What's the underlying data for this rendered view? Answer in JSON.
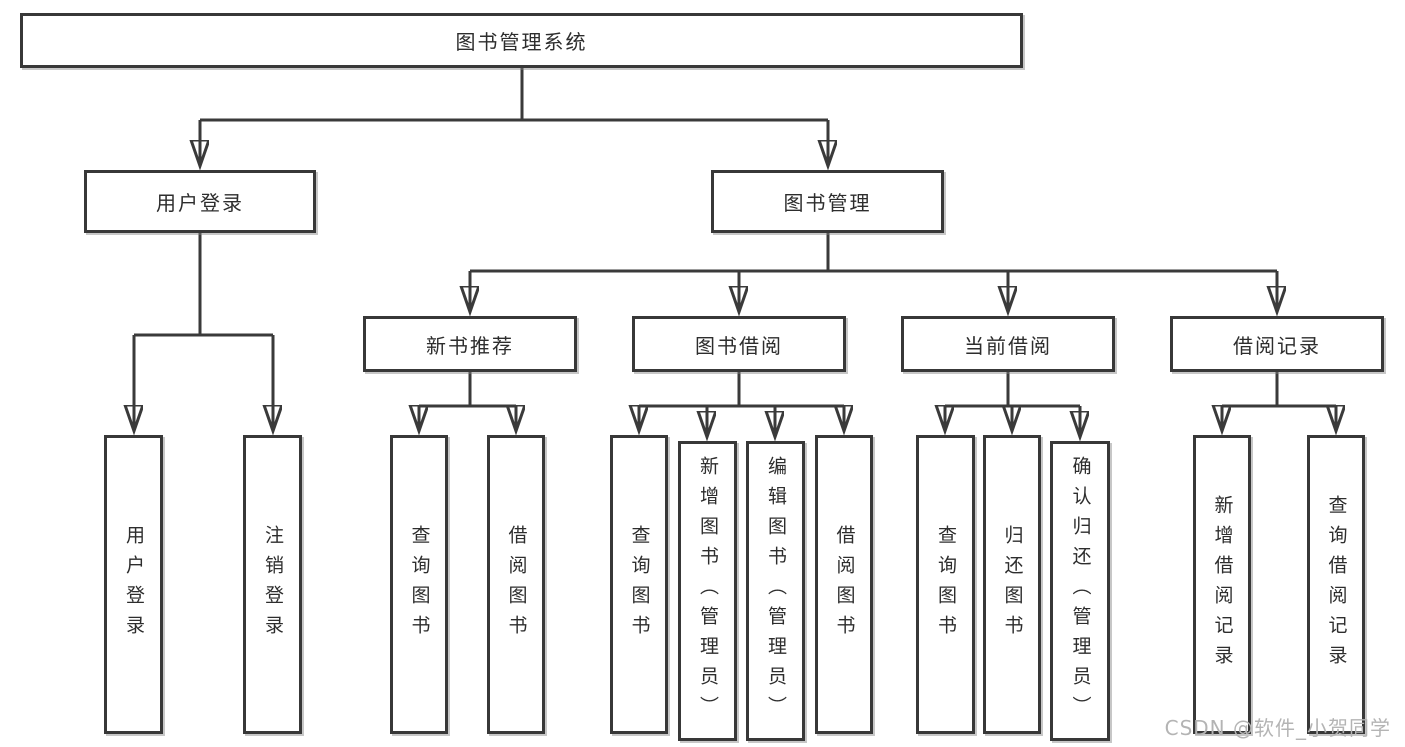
{
  "diagram": {
    "type": "hierarchy-tree",
    "root": {
      "id": "system",
      "label": "图书管理系统"
    },
    "level1": [
      {
        "id": "user-login",
        "label": "用户登录",
        "parent": "system"
      },
      {
        "id": "book-management",
        "label": "图书管理",
        "parent": "system"
      }
    ],
    "level2": [
      {
        "id": "new-book-recommend",
        "label": "新书推荐",
        "parent": "book-management"
      },
      {
        "id": "book-borrowing",
        "label": "图书借阅",
        "parent": "book-management"
      },
      {
        "id": "current-borrowing",
        "label": "当前借阅",
        "parent": "book-management"
      },
      {
        "id": "borrowing-records",
        "label": "借阅记录",
        "parent": "book-management"
      }
    ],
    "leaves": [
      {
        "id": "leaf-user-login",
        "label": "用户登录",
        "parent": "user-login"
      },
      {
        "id": "leaf-logout",
        "label": "注销登录",
        "parent": "user-login"
      },
      {
        "id": "leaf-query-books-recommend",
        "label": "查询图书",
        "parent": "new-book-recommend"
      },
      {
        "id": "leaf-borrow-books-recommend",
        "label": "借阅图书",
        "parent": "new-book-recommend"
      },
      {
        "id": "leaf-query-books-borrowing",
        "label": "查询图书",
        "parent": "book-borrowing"
      },
      {
        "id": "leaf-add-books-admin",
        "label": "新增图书（管理员）",
        "parent": "book-borrowing"
      },
      {
        "id": "leaf-edit-books-admin",
        "label": "编辑图书（管理员）",
        "parent": "book-borrowing"
      },
      {
        "id": "leaf-borrow-books-borrowing",
        "label": "借阅图书",
        "parent": "book-borrowing"
      },
      {
        "id": "leaf-query-books-current",
        "label": "查询图书",
        "parent": "current-borrowing"
      },
      {
        "id": "leaf-return-books",
        "label": "归还图书",
        "parent": "current-borrowing"
      },
      {
        "id": "leaf-confirm-return-admin",
        "label": "确认归还（管理员）",
        "parent": "current-borrowing"
      },
      {
        "id": "leaf-add-borrow-record",
        "label": "新增借阅记录",
        "parent": "borrowing-records"
      },
      {
        "id": "leaf-query-borrow-record",
        "label": "查询借阅记录",
        "parent": "borrowing-records"
      }
    ]
  },
  "watermark": {
    "text": "CSDN @软件_小贺同学"
  },
  "colors": {
    "line": "#3a3a3a",
    "box_border": "#383838",
    "box_fill": "#ffffff",
    "label_text": "#2d2d2d",
    "watermark_text": "#b4b4b4",
    "background": "#ffffff"
  }
}
